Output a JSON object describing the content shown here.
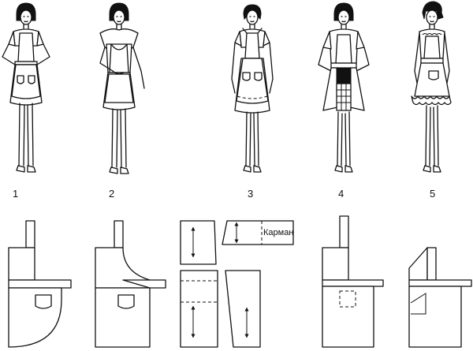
{
  "figures": [
    {
      "number": "1"
    },
    {
      "number": "2"
    },
    {
      "number": "3"
    },
    {
      "number": "4"
    },
    {
      "number": "5"
    }
  ],
  "patterns": {
    "pocket_label": "Карман"
  }
}
